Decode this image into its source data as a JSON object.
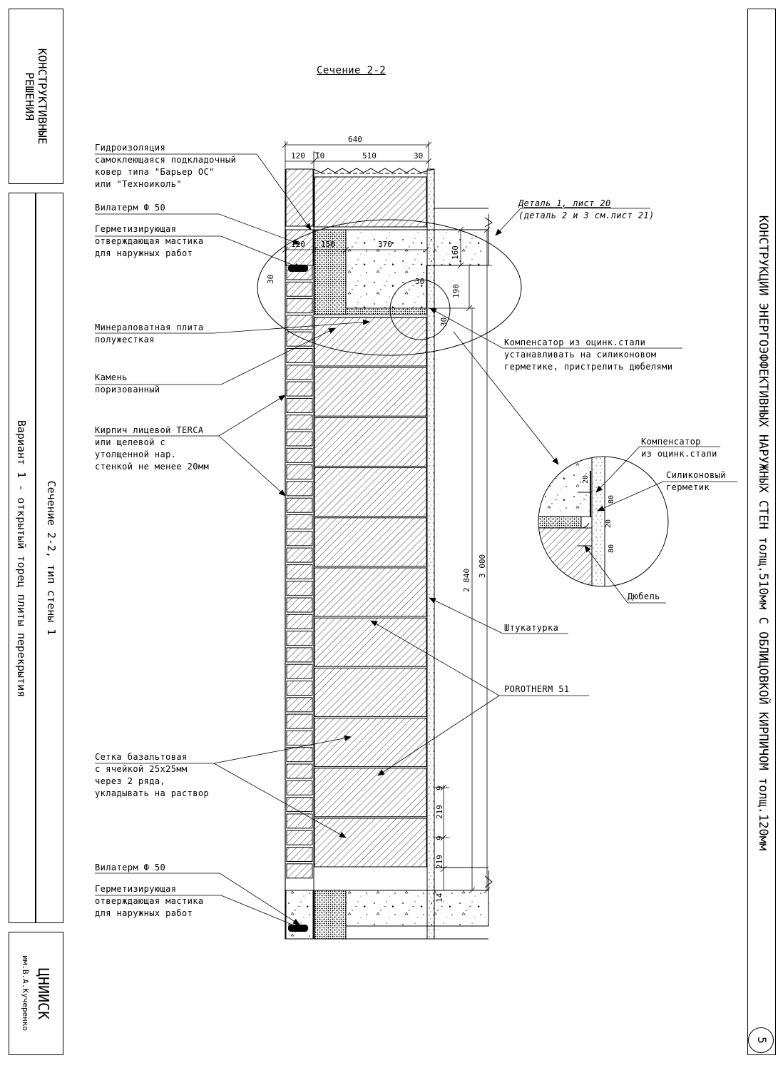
{
  "left_panel": {
    "top_title": [
      "КОНСТРУКТИВНЫЕ",
      "РЕШЕНИЯ"
    ],
    "section_label": "Сечение 2-2, тип стены 1",
    "variant_label": "Вариант 1 - открытый торец плиты перекрытия",
    "org_name": "ЦНИИСК",
    "org_subname": "им.В.А.Кучеренко"
  },
  "right_panel": {
    "title": "КОНСТРУКЦИИ ЭНЕРГОЭФФЕКТИВНЫХ НАРУЖНЫХ СТЕН толщ.510мм С ОБЛИЦОВКОЙ КИРПИЧОМ толщ.120мм",
    "page_number": "5"
  },
  "drawing": {
    "heading": "Сечение 2-2",
    "labels": {
      "hydro": [
        "Гидроизоляция",
        "самоклеющаяся подкладочный",
        "ковер типа \"Барьер ОС\"",
        "или \"Техноиколь\""
      ],
      "vilaterm_top": "Вилатерм   Ф 50",
      "mastic_top": [
        "Герметизирующая",
        "отверждающая мастика",
        "для наружных работ"
      ],
      "mineral": [
        "Минераловатная плита",
        "полужесткая"
      ],
      "stone": [
        "Камень",
        "поризованный"
      ],
      "brick": [
        "Кирпич лицевой TERCA",
        "или щелевой с",
        "утолщенной нар.",
        "стенкой не менее 20мм"
      ],
      "mesh": [
        "Сетка базальтовая",
        "с ячейкой 25х25мм",
        "через 2 ряда,",
        "укладывать на раствор"
      ],
      "vilaterm_bottom": "Вилатерм   Ф 50",
      "mastic_bottom": [
        "Герметизирующая",
        "отверждающая мастика",
        "для наружных работ"
      ],
      "detail_ref": [
        "Деталь 1, лист 20",
        "(деталь 2 и 3 см.лист 21)"
      ],
      "compensator": [
        "Компенсатор из оцинк.стали",
        "устанавливать на силиконовом",
        "герметике, пристрелить дюбелями"
      ],
      "compensator_small": [
        "Компенсатор",
        "из оцинк.стали"
      ],
      "sealant": [
        "Силиконовый",
        "герметик"
      ],
      "dowel": "Дюбель",
      "plaster": "Штукатурка",
      "porotherm": "POROTHERM 51"
    },
    "dimensions": {
      "total_width": "640",
      "brick_w": "120",
      "gap_w": "10",
      "block_w": "510",
      "plaster_w": "30",
      "slab_brick": "120",
      "slab_ins": "150",
      "slab_rest": "370",
      "slab_h": "160",
      "slab_step": "190",
      "d30a": "30",
      "d30b": "30",
      "d30c": "30",
      "height_2840": "2 840",
      "height_3000": "3 000",
      "joint9a": "9",
      "course219a": "219",
      "joint9b": "9",
      "course219b": "219",
      "d14": "14",
      "det_20a": "20",
      "det_80a": "80",
      "det_20b": "20",
      "det_80b": "80"
    }
  }
}
